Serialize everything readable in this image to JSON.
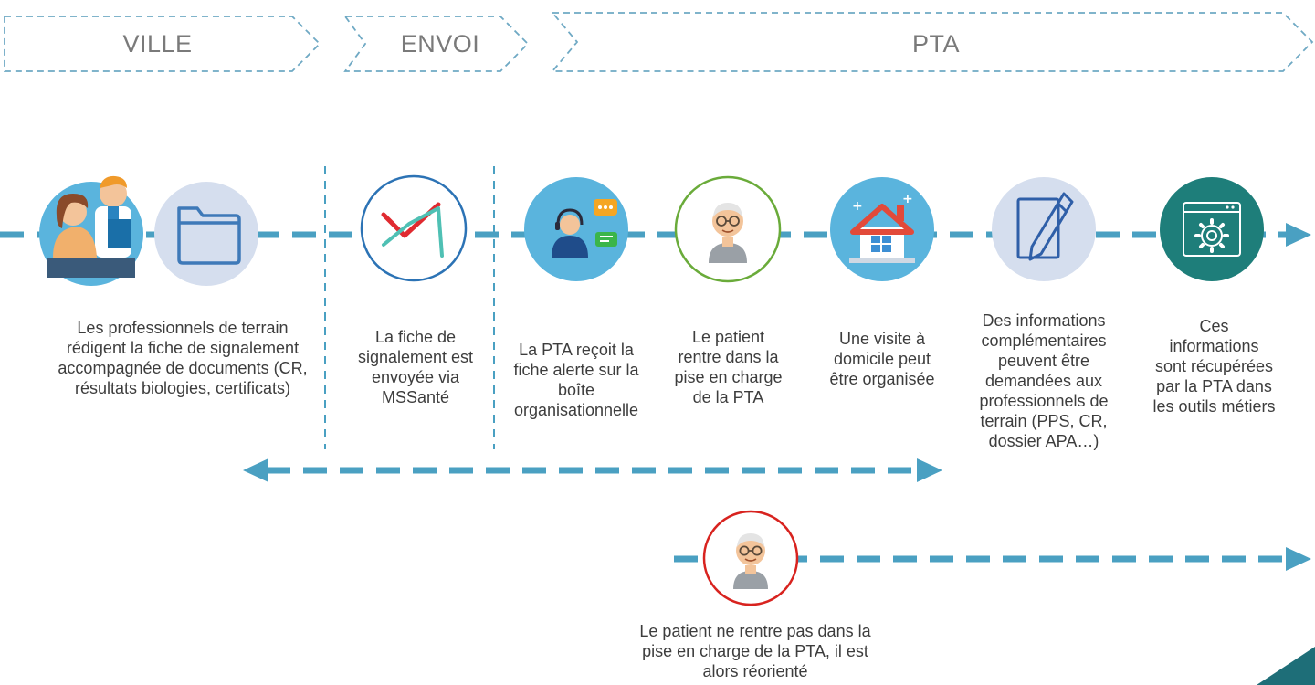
{
  "phases": {
    "ville": "VILLE",
    "envoi": "ENVOI",
    "pta": "PTA"
  },
  "steps": {
    "professionals": "Les professionnels de terrain rédigent la fiche de signalement accompagnée de documents (CR, résultats biologies, certificats)",
    "sending": "La fiche de signalement est envoyée via MSSanté",
    "reception": "La PTA reçoit la fiche alerte sur la boîte organisationnelle",
    "admission": "Le patient rentre dans la pise en charge de la PTA",
    "home_visit": "Une visite à domicile peut être organisée",
    "more_info": "Des informations complémentaires peuvent être demandées aux professionnels de terrain (PPS, CR, dossier APA…)",
    "retrieval": "Ces informations sont récupérées par la PTA dans les outils métiers",
    "reoriented": "Le patient ne rentre pas dans la pise en charge de la PTA, il est alors réorienté"
  },
  "colors": {
    "accent_blue": "#4aa0c2",
    "icon_circle": "#5ab4dd",
    "doc_circle": "#d5deee",
    "dark_teal": "#1e7e7a",
    "green_ring": "#6aab3a",
    "red_ring": "#d8231f",
    "phase_border": "#6fa9c4"
  }
}
